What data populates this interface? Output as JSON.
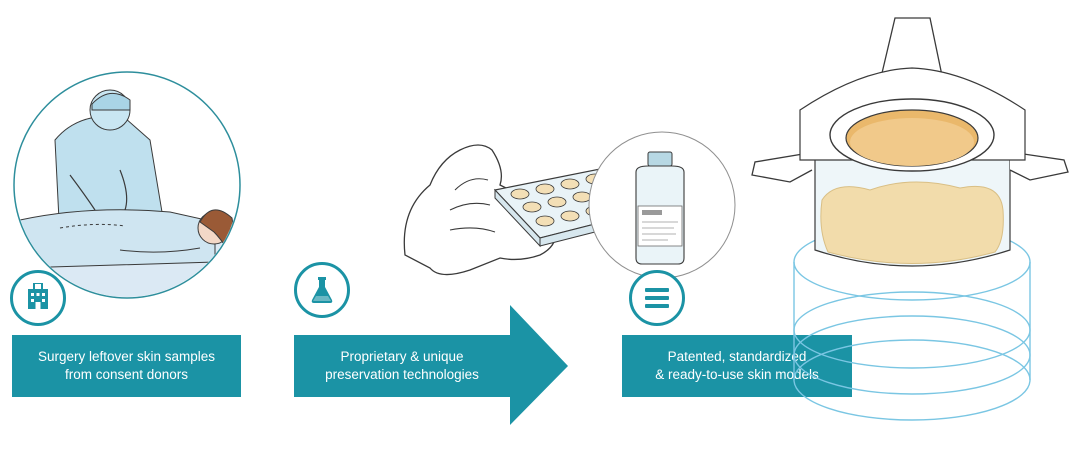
{
  "steps": [
    {
      "icon": "hospital-icon",
      "line1": "Surgery leftover skin samples",
      "line2": "from consent donors"
    },
    {
      "icon": "flask-icon",
      "line1": "Proprietary & unique",
      "line2": "preservation technologies"
    },
    {
      "icon": "menu-lines-icon",
      "line1": "Patented, standardized",
      "line2": "& ready-to-use skin models"
    }
  ],
  "colors": {
    "accent": "#1b93a5",
    "skin": "#f2d9a8",
    "line": "#3a3a3a"
  }
}
